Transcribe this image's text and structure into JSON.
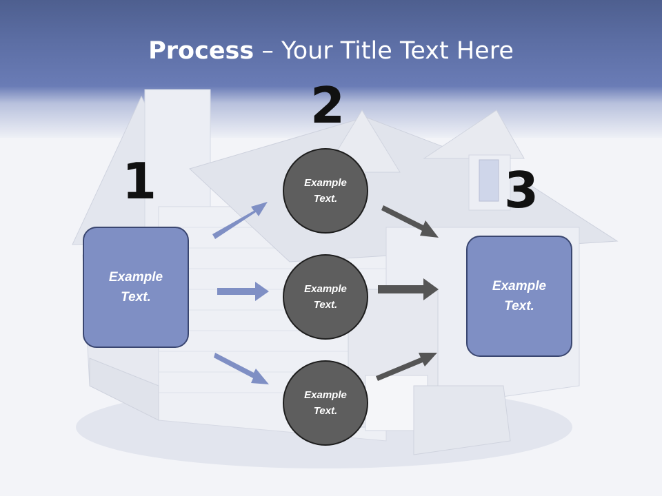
{
  "title": {
    "bold": "Process",
    "regular": " – Your Title Text Here"
  },
  "steps": {
    "one": "1",
    "two": "2",
    "three": "3"
  },
  "boxes": {
    "left": "Example\nText.",
    "right": "Example\nText."
  },
  "circles": {
    "top": "Example\nText.",
    "middle": "Example\nText.",
    "bottom": "Example\nText."
  },
  "colors": {
    "header": "#5c6ea4",
    "box_fill": "#7f8fc4",
    "circle_fill": "#5e5e5e",
    "arrow_blue": "#7f8fc4",
    "arrow_dark": "#555555"
  },
  "background": {
    "image": "house-illustration"
  }
}
